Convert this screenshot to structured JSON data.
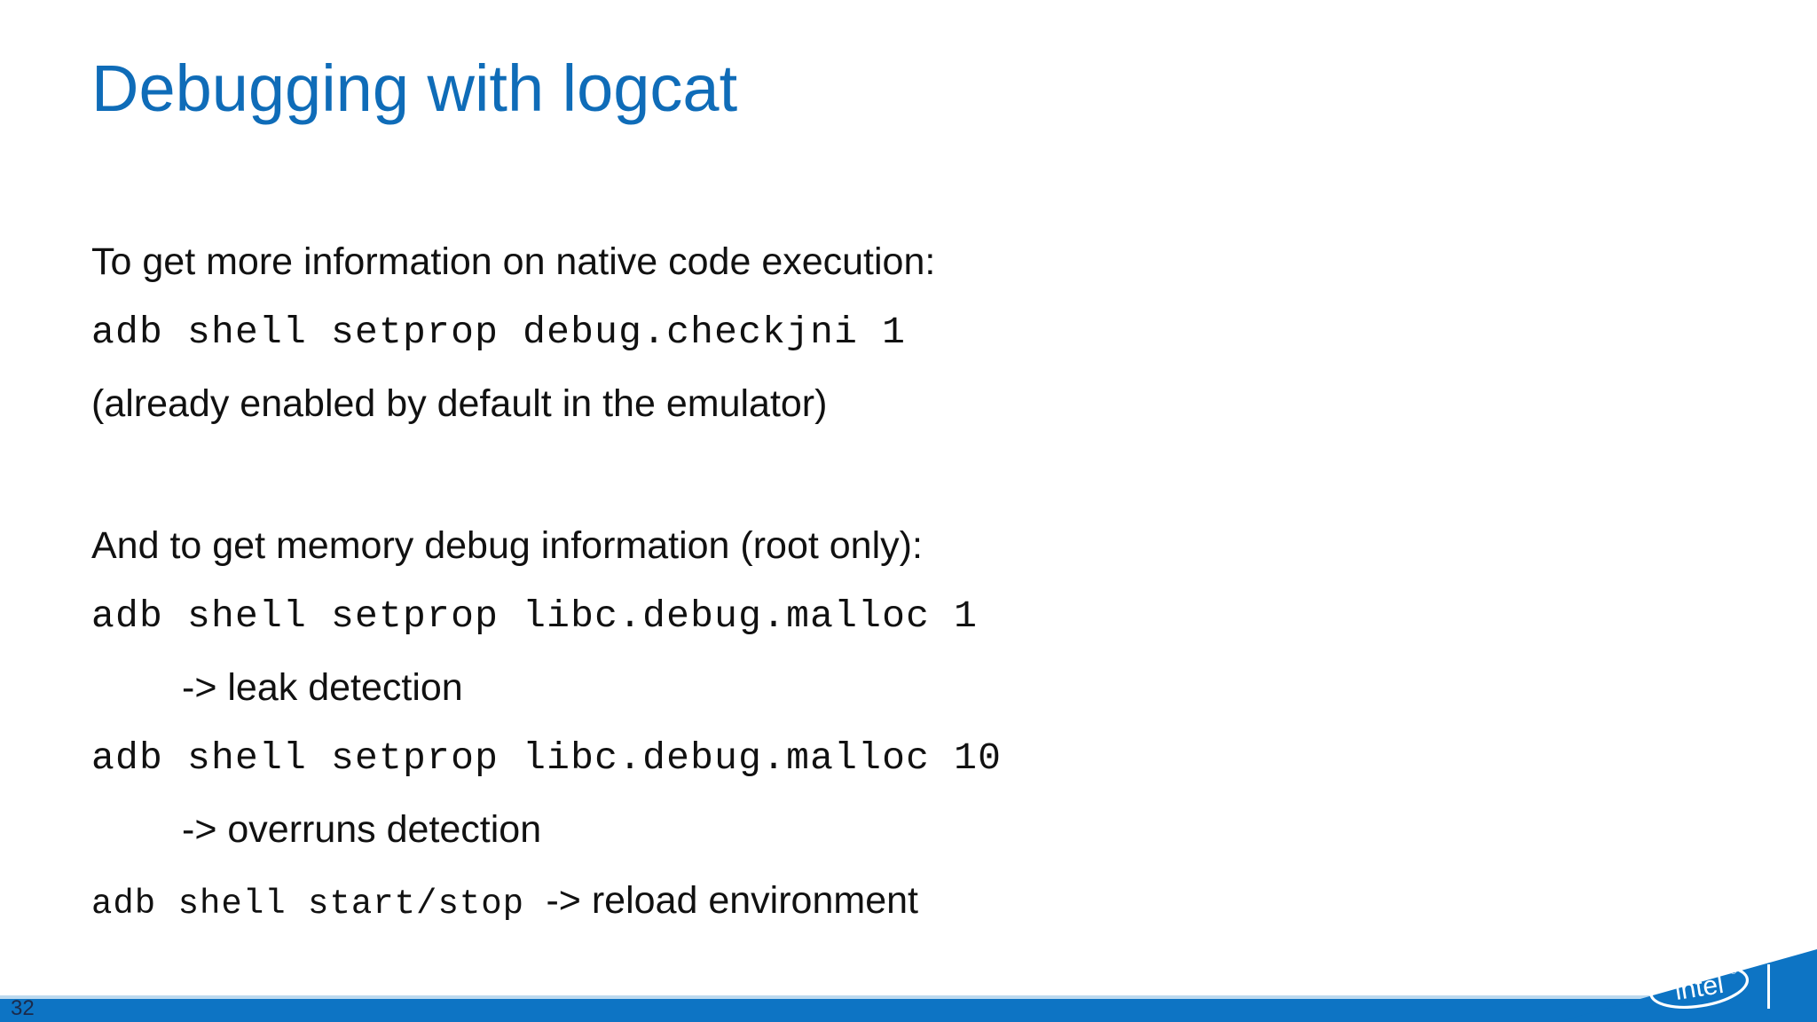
{
  "slide": {
    "title": "Debugging with logcat",
    "page_number": "32",
    "title_color": "#0f6cb8",
    "footer_color": "#0d74c4",
    "footer_hairline_color": "#bcd9ef",
    "body_color": "#111111"
  },
  "body": {
    "lines": [
      {
        "kind": "prose",
        "text": "To get more information on native code execution:"
      },
      {
        "kind": "code",
        "text": "adb shell setprop debug.checkjni 1"
      },
      {
        "kind": "prose",
        "text": "(already enabled by default in the emulator)"
      },
      {
        "kind": "spacer",
        "text": ""
      },
      {
        "kind": "prose",
        "text": "And to get memory debug information (root only):"
      },
      {
        "kind": "code",
        "text": "adb shell setprop libc.debug.malloc 1"
      },
      {
        "kind": "prose-indent",
        "text": "-> leak detection"
      },
      {
        "kind": "code",
        "text": "adb shell setprop libc.debug.malloc 10"
      },
      {
        "kind": "prose-indent",
        "text": "-> overruns detection"
      },
      {
        "kind": "mixed",
        "code_part": "adb shell start/stop ",
        "prose_part": "-> reload environment"
      }
    ],
    "line_1": "To get more information on native code execution:",
    "line_2": "adb shell setprop debug.checkjni 1",
    "line_3": "(already enabled by default in the emulator)",
    "line_4": "And to get memory debug information (root only):",
    "line_5": "adb shell setprop libc.debug.malloc 1",
    "line_6": "-> leak detection",
    "line_7": "adb shell setprop libc.debug.malloc 10",
    "line_8": "-> overruns detection",
    "line_9_code": "adb shell start/stop ",
    "line_9_prose": "-> reload environment"
  },
  "footer": {
    "logo_name": "intel-logo",
    "logo_text": "intel",
    "logo_trademark": "®"
  }
}
